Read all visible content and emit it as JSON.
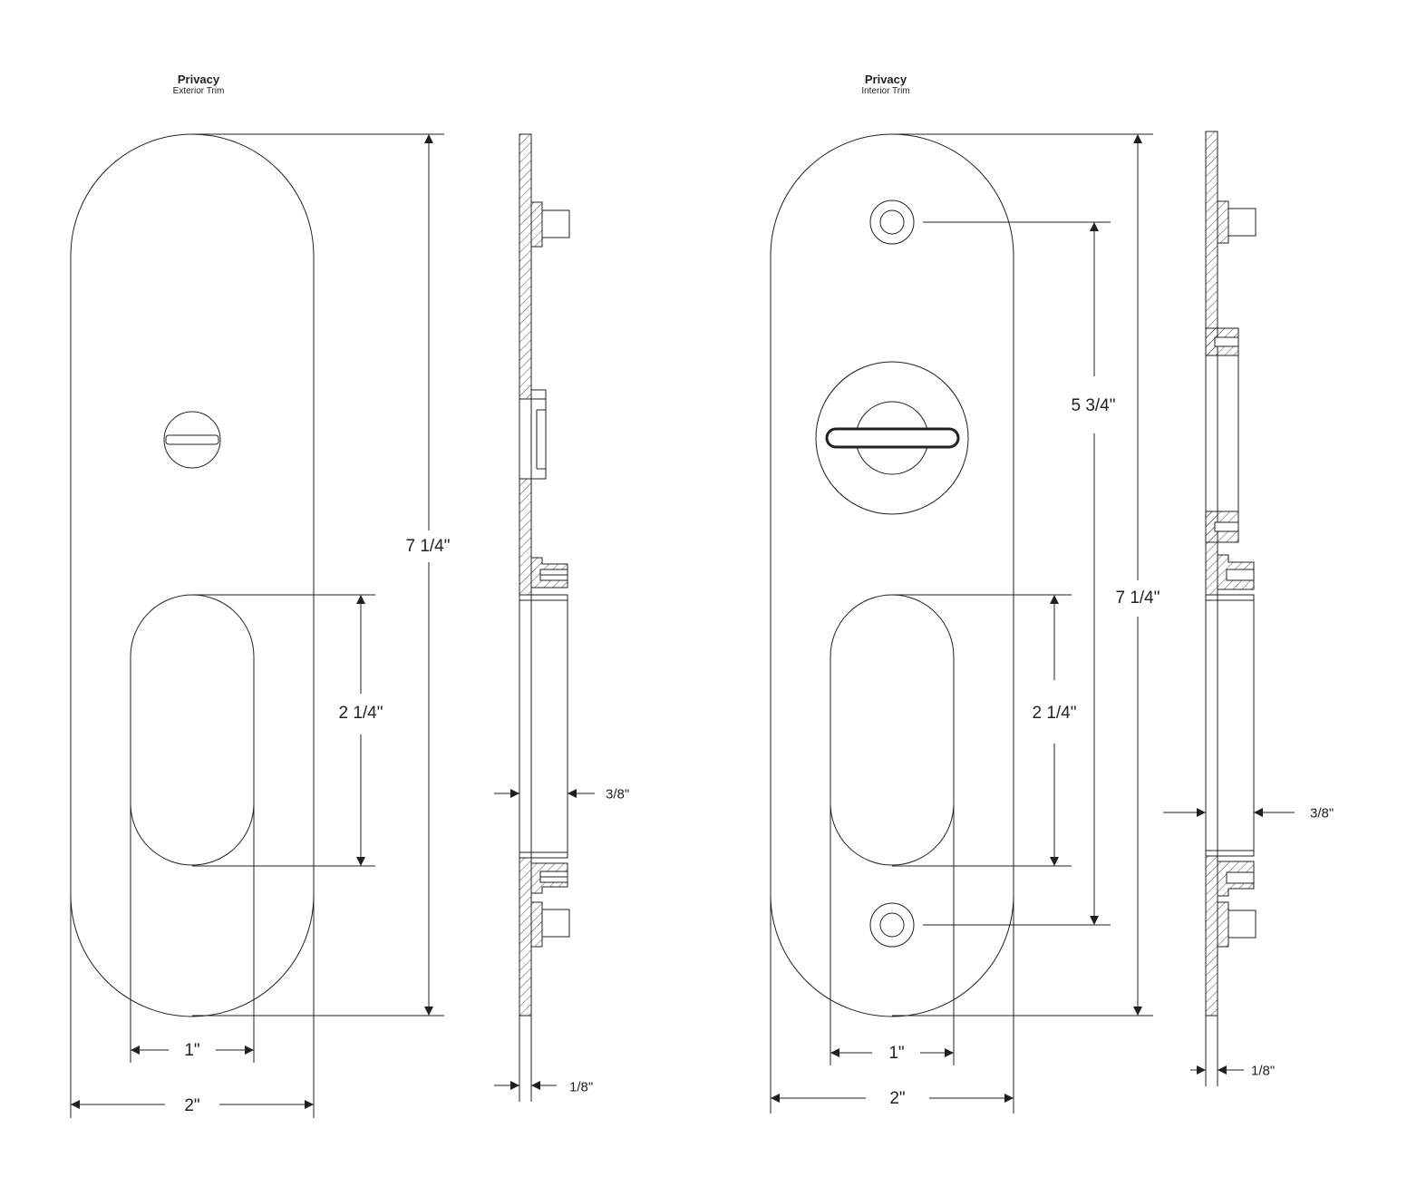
{
  "left_view": {
    "title": "Privacy",
    "subtitle": "Exterior Trim",
    "dim_height": "7 1/4\"",
    "dim_slot_height": "2 1/4\"",
    "dim_slot_width": "1\"",
    "dim_width": "2\"",
    "dim_side_projection": "3/8\"",
    "dim_side_thickness": "1/8\""
  },
  "right_view": {
    "title": "Privacy",
    "subtitle": "Interior Trim",
    "dim_screw_spacing": "5 3/4\"",
    "dim_height": "7 1/4\"",
    "dim_slot_height": "2 1/4\"",
    "dim_slot_width": "1\"",
    "dim_width": "2\"",
    "dim_side_projection": "3/8\"",
    "dim_side_thickness": "1/8\""
  },
  "colors": {
    "line": "#231f20",
    "background": "#ffffff"
  }
}
